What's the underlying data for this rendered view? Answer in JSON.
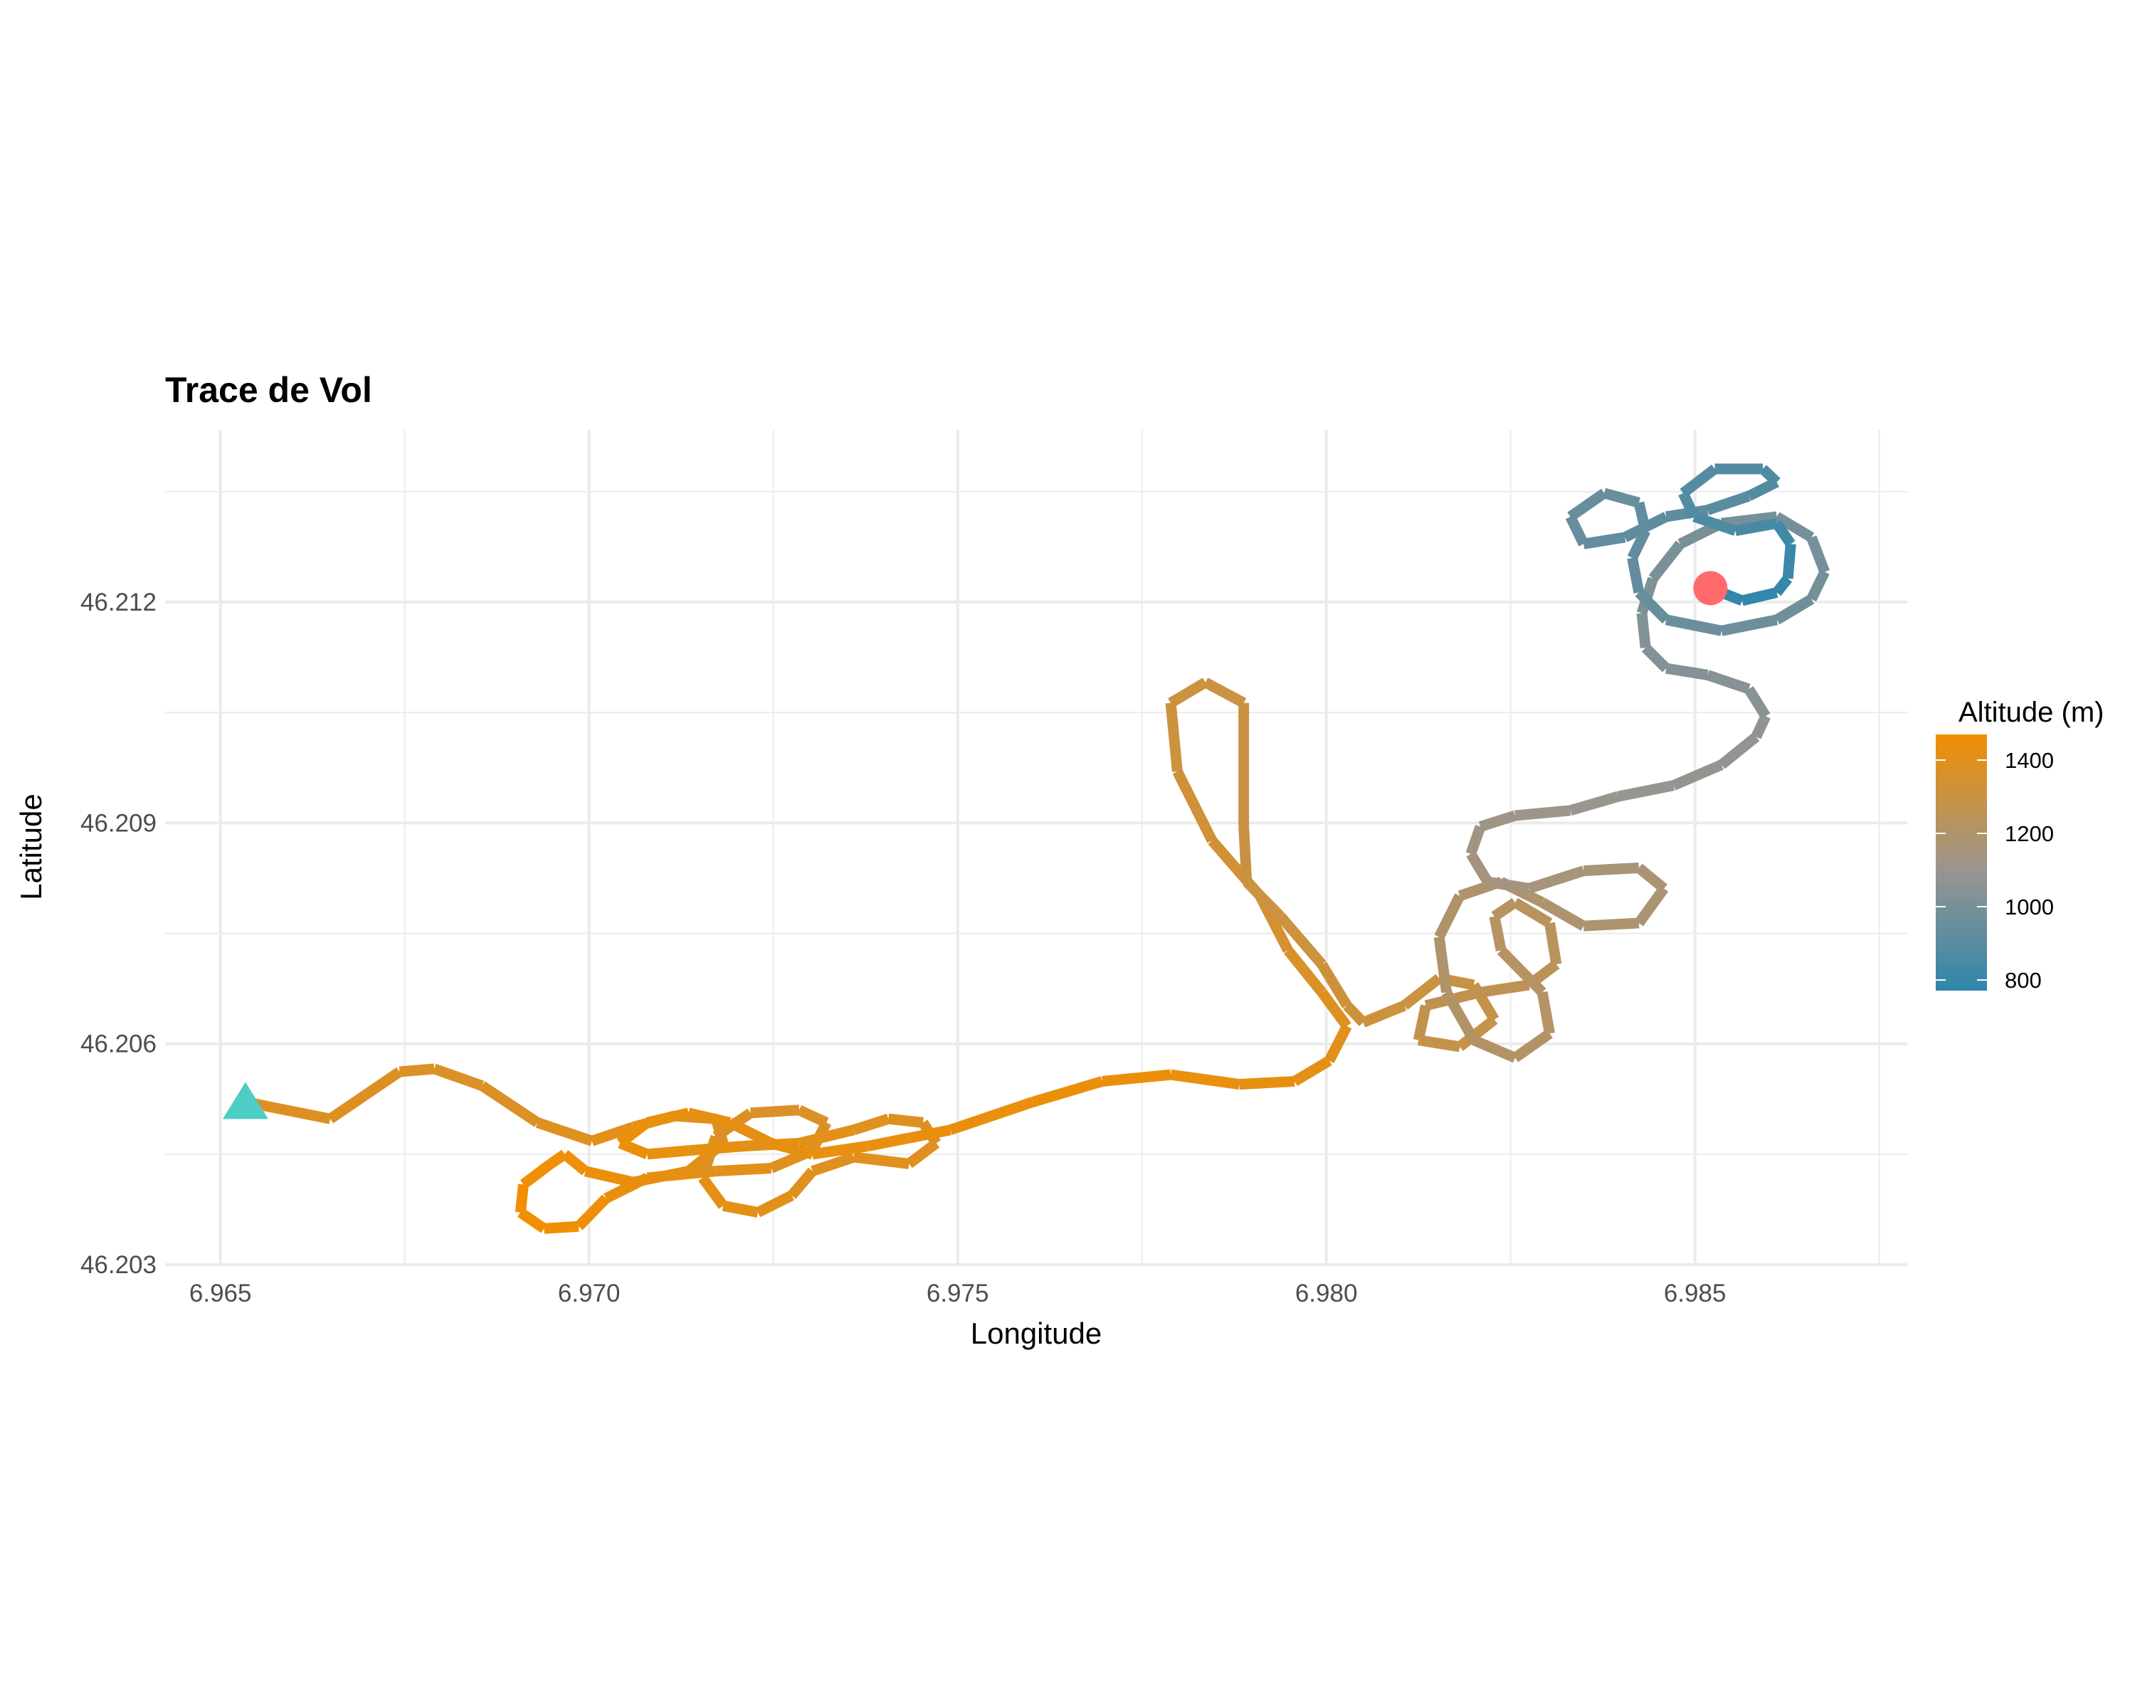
{
  "chart_data": {
    "type": "line",
    "title": "Trace de Vol",
    "xlabel": "Longitude",
    "ylabel": "Latitude",
    "xlim": [
      6.96425,
      6.98788
    ],
    "ylim": [
      46.203,
      46.21434
    ],
    "x_ticks": [
      6.965,
      6.97,
      6.975,
      6.98,
      6.985
    ],
    "x_tick_labels": [
      "6.965",
      "6.970",
      "6.975",
      "6.980",
      "6.985"
    ],
    "x_minor_ticks": [
      6.9675,
      6.9725,
      6.9775,
      6.9825,
      6.9875
    ],
    "y_ticks": [
      46.203,
      46.206,
      46.209,
      46.212
    ],
    "y_tick_labels": [
      "46.203",
      "46.206",
      "46.209",
      "46.212"
    ],
    "y_minor_ticks": [
      46.2045,
      46.2075,
      46.2105,
      46.2135
    ],
    "grid": true,
    "legend": {
      "title": "Altitude (m)",
      "placement": "right",
      "range": [
        771,
        1470
      ],
      "ticks": [
        1400,
        1200,
        1000,
        800
      ],
      "tick_labels": [
        "1400",
        "1200",
        "1000",
        "800"
      ],
      "colors": {
        "low": "#2E86AB",
        "mid": "#999590",
        "high": "#F18F01"
      },
      "mid_value": 1100
    },
    "start_marker": {
      "lon": 6.96534,
      "lat": 46.20521,
      "shape": "triangle",
      "color": "#4ECDC4"
    },
    "end_marker": {
      "lon": 6.98521,
      "lat": 46.21219,
      "shape": "circle",
      "color": "#FF6B6B"
    },
    "series": [
      {
        "name": "track",
        "columns": [
          "lon",
          "lat",
          "altitude"
        ],
        "points": [
          [
            6.96534,
            46.20521,
            1380
          ],
          [
            6.96649,
            46.20498,
            1390
          ],
          [
            6.96696,
            46.2053,
            1385
          ],
          [
            6.96743,
            46.20562,
            1380
          ],
          [
            6.9679,
            46.20566,
            1375
          ],
          [
            6.96855,
            46.20543,
            1370
          ],
          [
            6.9693,
            46.20493,
            1380
          ],
          [
            6.97004,
            46.20468,
            1400
          ],
          [
            6.9706,
            46.20487,
            1410
          ],
          [
            6.97116,
            46.20502,
            1390
          ],
          [
            6.97172,
            46.20498,
            1380
          ],
          [
            6.97182,
            46.20465,
            1400
          ],
          [
            6.97135,
            46.20427,
            1420
          ],
          [
            6.9706,
            46.20412,
            1440
          ],
          [
            6.96995,
            46.20427,
            1450
          ],
          [
            6.96967,
            46.2045,
            1455
          ],
          [
            6.96948,
            46.20437,
            1460
          ],
          [
            6.96911,
            46.20409,
            1465
          ],
          [
            6.96907,
            46.20371,
            1470
          ],
          [
            6.96939,
            46.20349,
            1470
          ],
          [
            6.96986,
            46.20352,
            1465
          ],
          [
            6.97023,
            46.2039,
            1450
          ],
          [
            6.97079,
            46.20418,
            1430
          ],
          [
            6.97172,
            46.20427,
            1410
          ],
          [
            6.97247,
            46.20431,
            1400
          ],
          [
            6.97303,
            46.20455,
            1390
          ],
          [
            6.97322,
            46.20493,
            1380
          ],
          [
            6.97285,
            46.2051,
            1370
          ],
          [
            6.97219,
            46.20506,
            1375
          ],
          [
            6.97172,
            46.20474,
            1390
          ],
          [
            6.97154,
            46.20418,
            1410
          ],
          [
            6.97182,
            46.2038,
            1420
          ],
          [
            6.97229,
            46.20371,
            1415
          ],
          [
            6.97275,
            46.20394,
            1400
          ],
          [
            6.97303,
            46.20427,
            1390
          ],
          [
            6.97359,
            46.20446,
            1395
          ],
          [
            6.97434,
            46.20437,
            1400
          ],
          [
            6.97471,
            46.20465,
            1390
          ],
          [
            6.97453,
            46.20493,
            1385
          ],
          [
            6.97406,
            46.20498,
            1390
          ],
          [
            6.97359,
            46.20483,
            1400
          ],
          [
            6.97285,
            46.20465,
            1410
          ],
          [
            6.9721,
            46.20461,
            1420
          ],
          [
            6.97135,
            46.20455,
            1430
          ],
          [
            6.97079,
            46.2045,
            1440
          ],
          [
            6.97042,
            46.20465,
            1450
          ],
          [
            6.97079,
            46.20493,
            1445
          ],
          [
            6.97135,
            46.20506,
            1430
          ],
          [
            6.97191,
            46.20493,
            1420
          ],
          [
            6.97247,
            46.20465,
            1425
          ],
          [
            6.97303,
            46.2045,
            1435
          ],
          [
            6.97378,
            46.20461,
            1440
          ],
          [
            6.97434,
            46.20472,
            1440
          ],
          [
            6.9749,
            46.20483,
            1440
          ],
          [
            6.97602,
            46.20521,
            1440
          ],
          [
            6.97696,
            46.20549,
            1450
          ],
          [
            6.97789,
            46.20558,
            1440
          ],
          [
            6.97882,
            46.20545,
            1430
          ],
          [
            6.97957,
            46.20549,
            1420
          ],
          [
            6.98004,
            46.20577,
            1410
          ],
          [
            6.98028,
            46.20624,
            1400
          ],
          [
            6.97994,
            46.2067,
            1380
          ],
          [
            6.97948,
            46.20727,
            1360
          ],
          [
            6.9791,
            46.20801,
            1340
          ],
          [
            6.97845,
            46.20876,
            1330
          ],
          [
            6.97798,
            46.2097,
            1320
          ],
          [
            6.97789,
            46.21063,
            1310
          ],
          [
            6.97836,
            46.21091,
            1310
          ],
          [
            6.97888,
            46.21063,
            1300
          ],
          [
            6.97888,
            46.20895,
            1300
          ],
          [
            6.97892,
            46.2082,
            1300
          ],
          [
            6.97938,
            46.20773,
            1310
          ],
          [
            6.97994,
            46.20708,
            1320
          ],
          [
            6.98028,
            46.20652,
            1320
          ],
          [
            6.9805,
            46.20629,
            1320
          ],
          [
            6.98106,
            46.20652,
            1310
          ],
          [
            6.98153,
            46.20689,
            1300
          ],
          [
            6.982,
            46.2068,
            1290
          ],
          [
            6.98228,
            46.20633,
            1280
          ],
          [
            6.98181,
            46.20596,
            1280
          ],
          [
            6.98125,
            46.20605,
            1270
          ],
          [
            6.98135,
            46.20652,
            1270
          ],
          [
            6.98209,
            46.2067,
            1260
          ],
          [
            6.98275,
            46.2068,
            1250
          ],
          [
            6.98312,
            46.20708,
            1240
          ],
          [
            6.98303,
            46.20764,
            1230
          ],
          [
            6.98256,
            46.20792,
            1230
          ],
          [
            6.98228,
            46.20773,
            1220
          ],
          [
            6.98237,
            46.20727,
            1220
          ],
          [
            6.98293,
            46.2067,
            1220
          ],
          [
            6.98303,
            46.20614,
            1210
          ],
          [
            6.98256,
            46.20581,
            1210
          ],
          [
            6.982,
            46.20605,
            1210
          ],
          [
            6.98163,
            46.2067,
            1200
          ],
          [
            6.98153,
            46.20745,
            1200
          ],
          [
            6.98181,
            46.20801,
            1200
          ],
          [
            6.98237,
            46.2082,
            1190
          ],
          [
            6.98293,
            46.20792,
            1190
          ],
          [
            6.98349,
            46.2076,
            1180
          ],
          [
            6.98424,
            46.20764,
            1180
          ],
          [
            6.98458,
            46.20811,
            1170
          ],
          [
            6.98424,
            46.20839,
            1170
          ],
          [
            6.98349,
            46.20835,
            1160
          ],
          [
            6.98275,
            46.20811,
            1150
          ],
          [
            6.98219,
            46.2082,
            1150
          ],
          [
            6.98196,
            46.20858,
            1140
          ],
          [
            6.98209,
            46.20895,
            1130
          ],
          [
            6.98256,
            46.2091,
            1120
          ],
          [
            6.98331,
            46.20917,
            1110
          ],
          [
            6.98396,
            46.20936,
            1100
          ],
          [
            6.98471,
            46.20951,
            1090
          ],
          [
            6.98536,
            46.20979,
            1080
          ],
          [
            6.98583,
            46.21017,
            1070
          ],
          [
            6.98596,
            46.21045,
            1060
          ],
          [
            6.98573,
            46.21082,
            1050
          ],
          [
            6.98517,
            46.21101,
            1040
          ],
          [
            6.98461,
            46.2111,
            1030
          ],
          [
            6.98433,
            46.21138,
            1030
          ],
          [
            6.98428,
            46.21185,
            1020
          ],
          [
            6.98443,
            46.21232,
            1010
          ],
          [
            6.9848,
            46.21279,
            1000
          ],
          [
            6.98536,
            46.21307,
            990
          ],
          [
            6.98611,
            46.21316,
            990
          ],
          [
            6.98658,
            46.21288,
            990
          ],
          [
            6.98676,
            46.21241,
            990
          ],
          [
            6.98658,
            46.21204,
            980
          ],
          [
            6.98611,
            46.21176,
            970
          ],
          [
            6.98536,
            46.21161,
            960
          ],
          [
            6.98461,
            46.21176,
            950
          ],
          [
            6.98424,
            46.21213,
            940
          ],
          [
            6.98415,
            46.2126,
            930
          ],
          [
            6.98433,
            46.21297,
            930
          ],
          [
            6.98424,
            46.21335,
            940
          ],
          [
            6.98377,
            46.21348,
            950
          ],
          [
            6.98331,
            46.21316,
            950
          ],
          [
            6.98349,
            46.21279,
            940
          ],
          [
            6.98405,
            46.21288,
            930
          ],
          [
            6.98461,
            46.21316,
            920
          ],
          [
            6.98517,
            46.21325,
            910
          ],
          [
            6.98573,
            46.21344,
            900
          ],
          [
            6.98611,
            46.21363,
            880
          ],
          [
            6.98592,
            46.21381,
            870
          ],
          [
            6.98527,
            46.21381,
            880
          ],
          [
            6.98484,
            46.21348,
            890
          ],
          [
            6.98499,
            46.21316,
            880
          ],
          [
            6.98555,
            46.21297,
            860
          ],
          [
            6.98611,
            46.21307,
            840
          ],
          [
            6.9863,
            46.21279,
            820
          ],
          [
            6.98626,
            46.21232,
            800
          ],
          [
            6.98611,
            46.21213,
            790
          ],
          [
            6.98564,
            46.21202,
            780
          ],
          [
            6.98521,
            46.21219,
            780
          ]
        ]
      }
    ]
  }
}
